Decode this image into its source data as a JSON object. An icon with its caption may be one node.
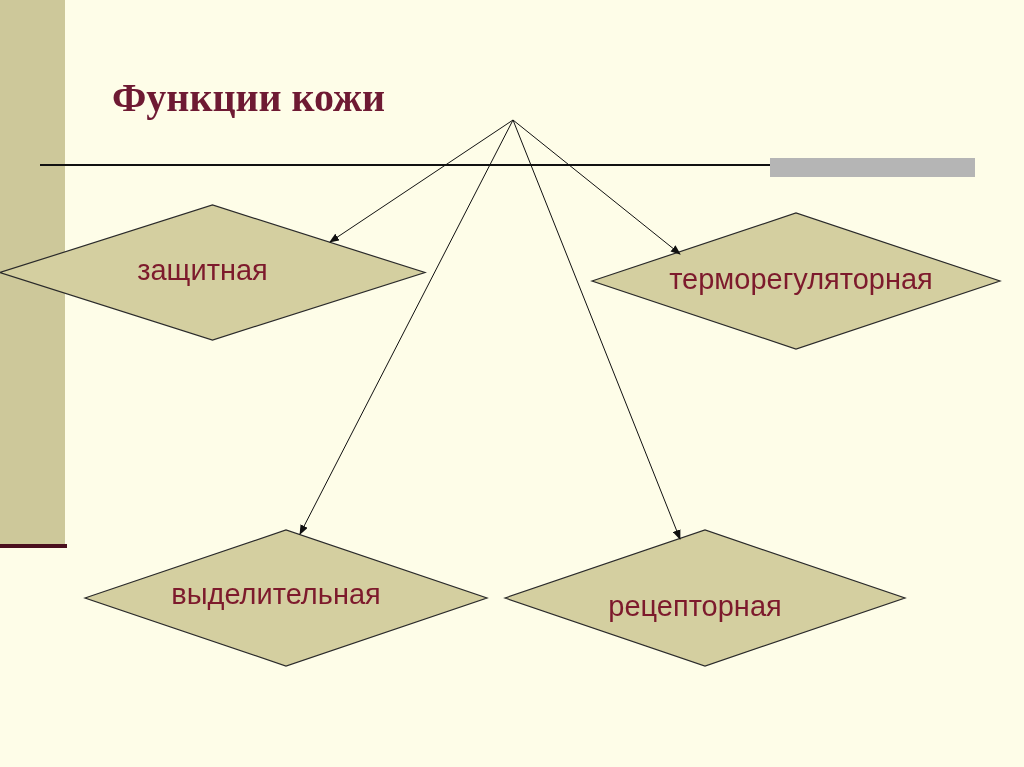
{
  "diagram": {
    "title": "Функции кожи",
    "nodes": [
      {
        "text": [
          "защитная"
        ]
      },
      {
        "text": [
          "терморегуляторная"
        ]
      },
      {
        "text": [
          "выделительная"
        ]
      },
      {
        "text": [
          "рецепторная"
        ]
      }
    ],
    "edges": [
      {
        "from": null,
        "to": 0,
        "arrow": "to"
      },
      {
        "from": null,
        "to": 1,
        "arrow": "to"
      },
      {
        "from": null,
        "to": 2,
        "arrow": "to"
      },
      {
        "from": null,
        "to": 3,
        "arrow": "to"
      }
    ]
  }
}
